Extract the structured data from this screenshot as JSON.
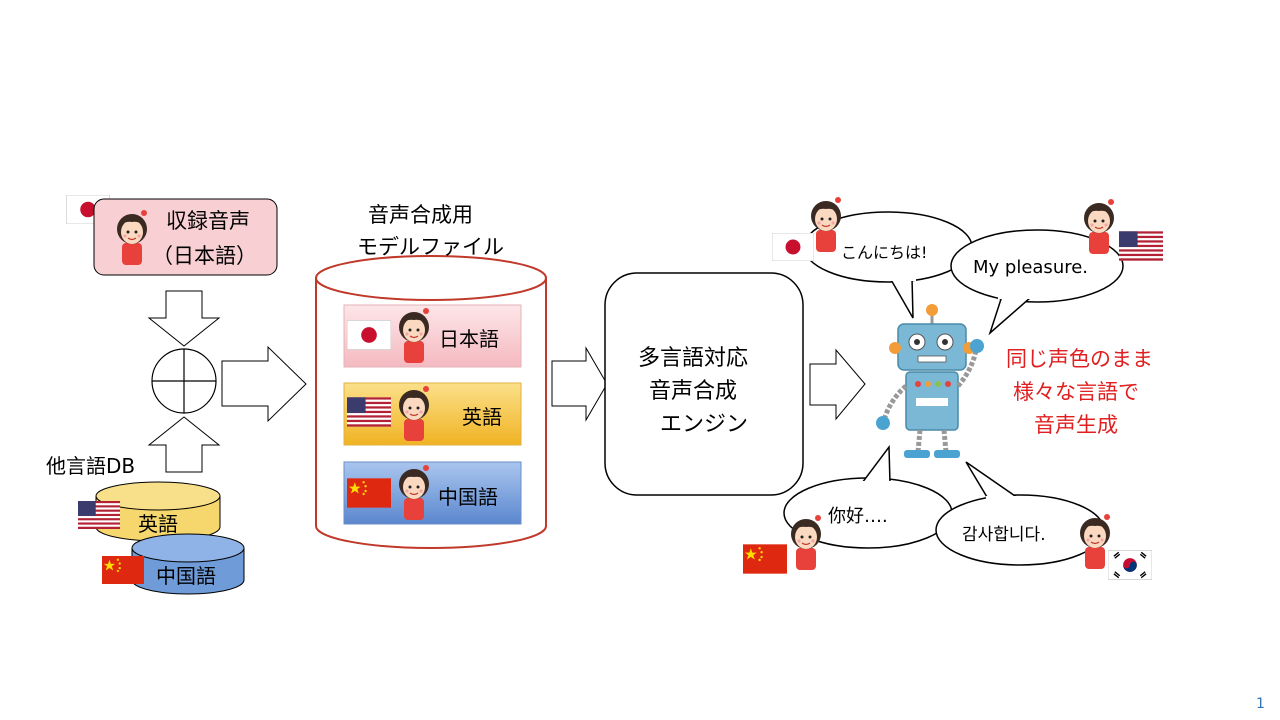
{
  "recording": {
    "title_line1": "収録音声",
    "title_line2": "（日本語）"
  },
  "other_db": {
    "label": "他言語DB",
    "english": "英語",
    "chinese": "中国語"
  },
  "model_file": {
    "title_line1": "音声合成用",
    "title_line2": "モデルファイル",
    "items": [
      {
        "label": "日本語",
        "flag": "jp-flag-icon"
      },
      {
        "label": "英語",
        "flag": "us-flag-icon"
      },
      {
        "label": "中国語",
        "flag": "cn-flag-icon"
      }
    ]
  },
  "engine": {
    "line1": "多言語対応",
    "line2": "音声合成",
    "line3": "エンジン"
  },
  "speech": {
    "japanese": "こんにちは!",
    "english": "My pleasure.",
    "chinese": "你好….",
    "korean": "감사합니다."
  },
  "result": {
    "line1": "同じ声色のまま",
    "line2": "様々な言語で",
    "line3": "音声生成"
  },
  "colors": {
    "accent_red": "#e02020",
    "cylinder_red": "#c0392b",
    "pink": "#f8d0d4",
    "gold": "#f5c542",
    "blue": "#6f9bd8"
  },
  "page_number": "1"
}
